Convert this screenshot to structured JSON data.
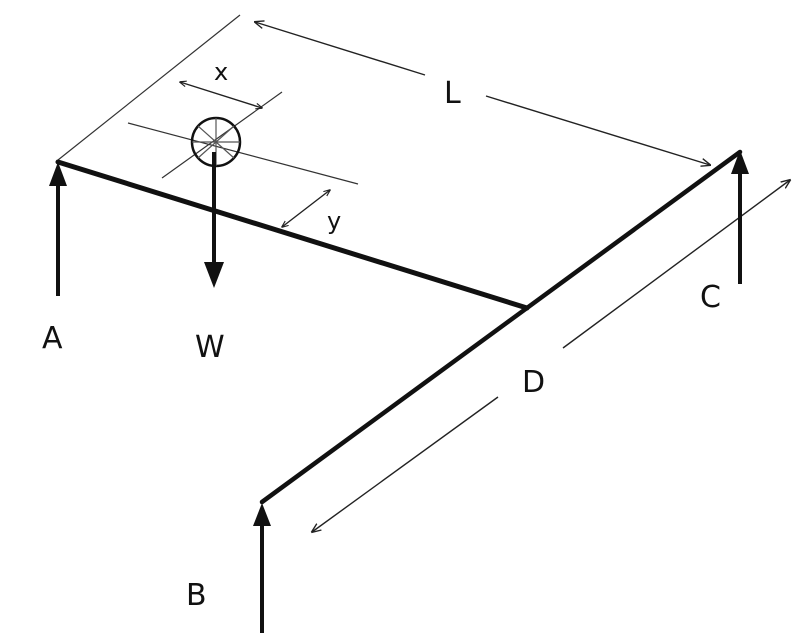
{
  "labels": {
    "support_a": "A",
    "support_b": "B",
    "support_c": "C",
    "load": "W",
    "length": "L",
    "depth": "D",
    "x_offset": "x",
    "y_offset": "y"
  },
  "colors": {
    "ink": "#111111",
    "thin_line": "#333333",
    "background": "#ffffff"
  }
}
